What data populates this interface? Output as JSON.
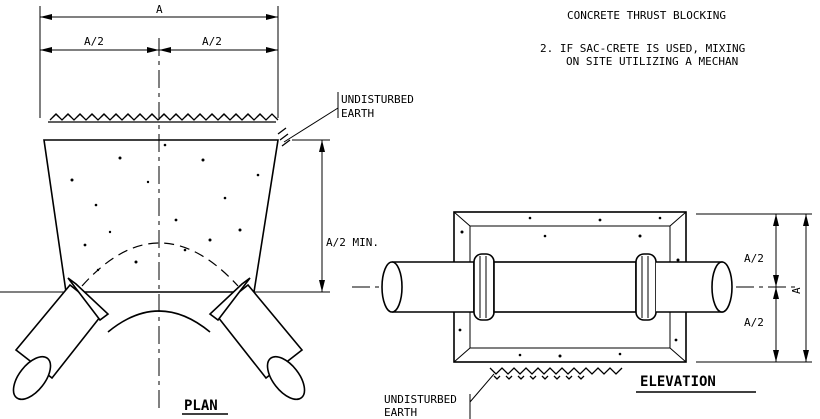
{
  "notes": {
    "line1": "CONCRETE THRUST BLOCKING",
    "line2": "2. IF SAC-CRETE IS USED, MIXING",
    "line3": "ON SITE UTILIZING A MECHAN"
  },
  "plan": {
    "dim_total": "A",
    "dim_half_left": "A/2",
    "dim_half_right": "A/2",
    "dim_min": "A/2 MIN.",
    "earth_label_1": "UNDISTURBED",
    "earth_label_2": "EARTH",
    "title": "PLAN"
  },
  "elevation": {
    "dim_upper": "A/2",
    "dim_lower": "A/2",
    "dim_total": "A",
    "earth_label_1": "UNDISTURBED",
    "earth_label_2": "EARTH",
    "title": "ELEVATION"
  }
}
